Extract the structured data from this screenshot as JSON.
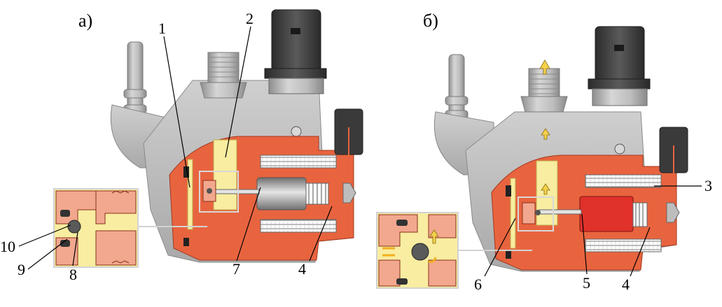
{
  "panels": {
    "a": {
      "label": "а)"
    },
    "b": {
      "label": "б)"
    }
  },
  "callouts": [
    {
      "num": "1"
    },
    {
      "num": "2"
    },
    {
      "num": "3"
    },
    {
      "num": "4"
    },
    {
      "num": "4"
    },
    {
      "num": "5"
    },
    {
      "num": "6"
    },
    {
      "num": "7"
    },
    {
      "num": "8"
    },
    {
      "num": "9"
    },
    {
      "num": "10"
    }
  ],
  "colors": {
    "housing_grey": "#b9b9b9",
    "section_red": "#e8643f",
    "section_pink": "#f2a88e",
    "fuel_yellow": "#f8eda0",
    "armature_red": "#e0312a",
    "connector_black": "#3c3c3c",
    "leader_line": "#000000"
  },
  "icons": {
    "flow_arrow": "arrow-up-icon"
  }
}
